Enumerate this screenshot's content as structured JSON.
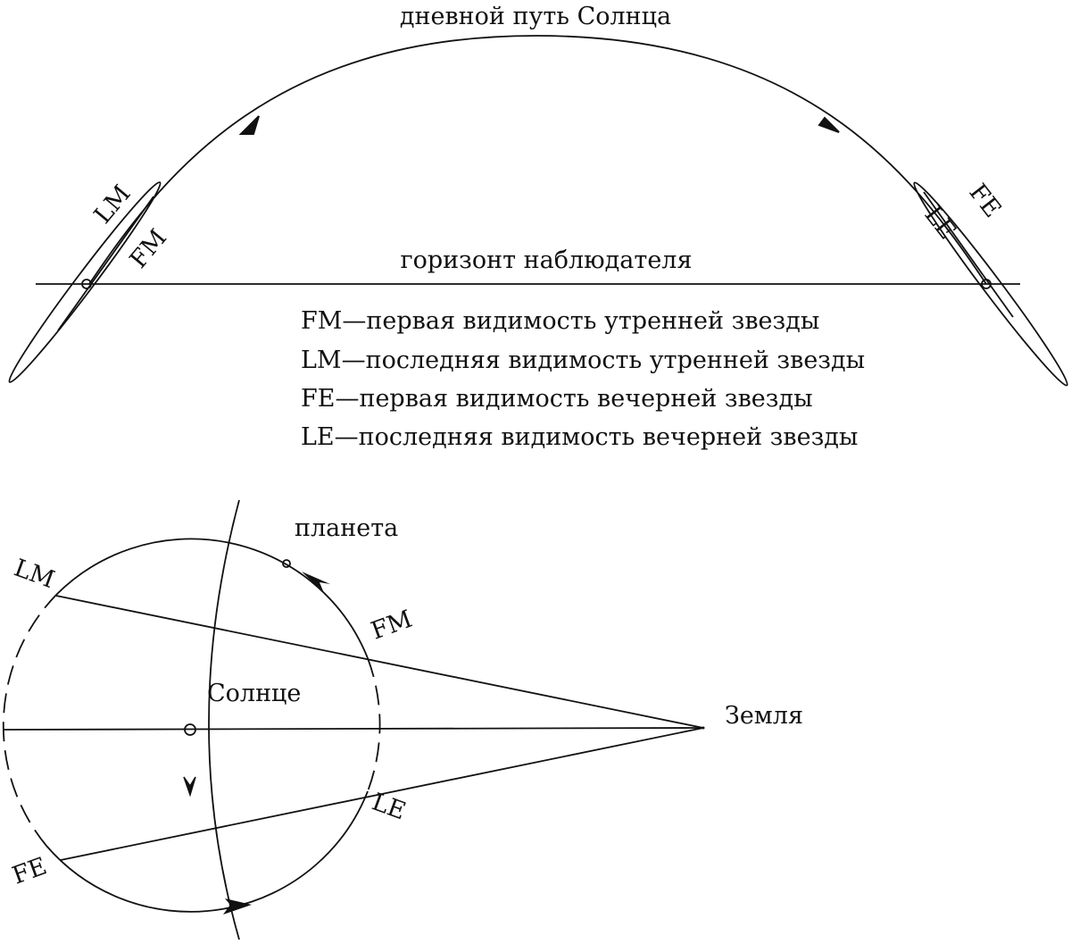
{
  "top": {
    "title": "дневной путь Солнца",
    "horizon_label": "горизонт наблюдателя",
    "left_labels": {
      "lm": "LM",
      "fm": "FM"
    },
    "right_labels": {
      "fe": "FE",
      "le": "LE"
    },
    "legend": [
      {
        "code": "FM",
        "dash": "—",
        "text": "первая видимость утренней звезды"
      },
      {
        "code": "LM",
        "dash": "—",
        "text": "последняя видимость утренней звезды"
      },
      {
        "code": "FE",
        "dash": "—",
        "text": "первая видимость вечерней звезды"
      },
      {
        "code": "LE",
        "dash": "—",
        "text": "последняя видимость вечерней звезды"
      }
    ]
  },
  "bottom": {
    "planet_label": "планета",
    "sun_label": "Солнце",
    "earth_label": "Земля",
    "lm": "LM",
    "fm": "FM",
    "fe": "FE",
    "le": "LE"
  }
}
